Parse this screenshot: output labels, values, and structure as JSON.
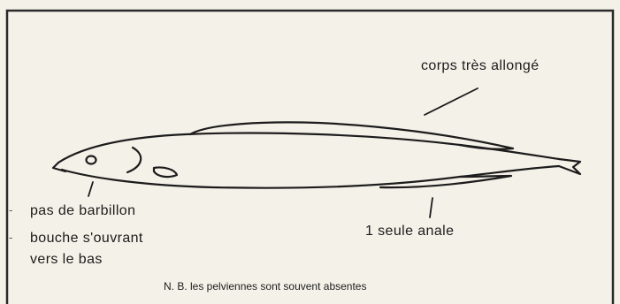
{
  "labels": {
    "body_shape": "corps très allongé",
    "anal_fin": "1 seule anale",
    "barbel": "pas de barbillon",
    "mouth_line1": "bouche s'ouvrant",
    "mouth_line2": "vers le bas"
  },
  "note": "N. B. les pelviennes sont souvent absentes",
  "colors": {
    "paper": "#f4f1e8",
    "ink": "#1c1c1c",
    "frame": "#2a2a2a"
  }
}
